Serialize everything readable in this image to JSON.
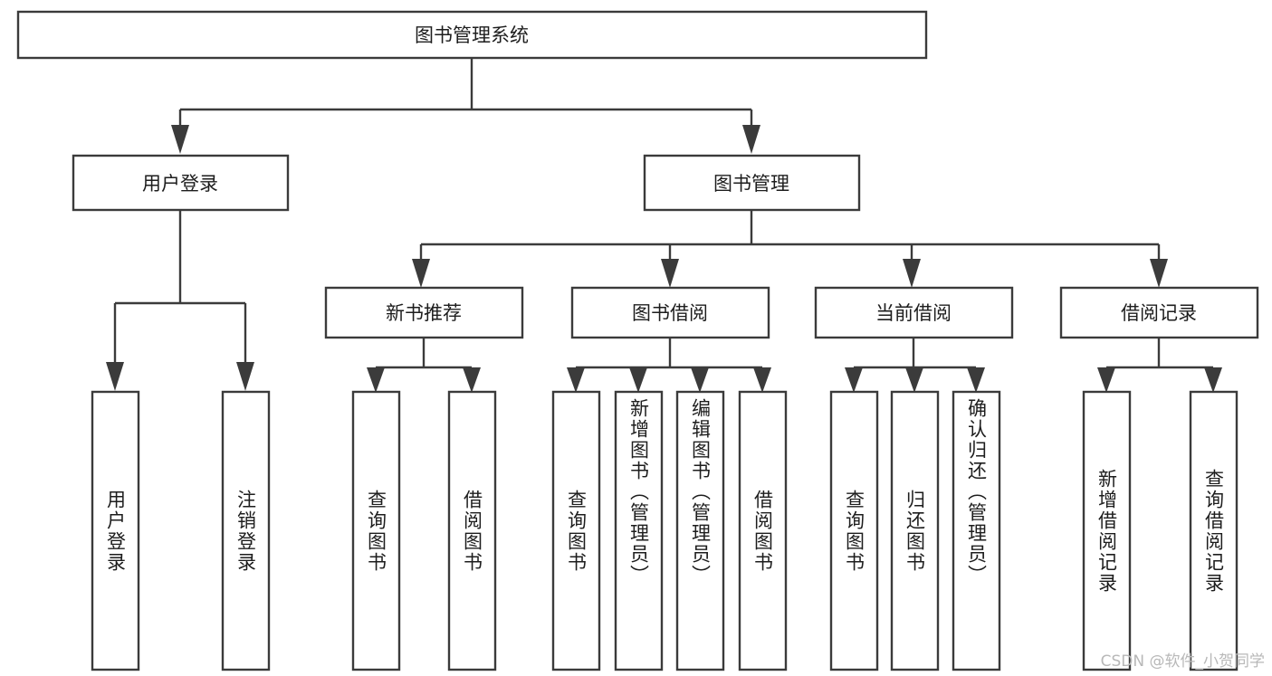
{
  "diagram": {
    "title": "图书管理系统",
    "type": "tree-hierarchy-diagram",
    "colors": {
      "stroke": "#3b3b3b",
      "box_fill": "#ffffff",
      "text": "#1d1d1d",
      "background": "#ffffff",
      "watermark": "#b8b8b8"
    },
    "root": {
      "label": "图书管理系统",
      "orientation": "horizontal"
    },
    "level2": [
      {
        "label": "用户登录",
        "orientation": "horizontal"
      },
      {
        "label": "图书管理",
        "orientation": "horizontal"
      }
    ],
    "level3": [
      {
        "label": "新书推荐",
        "orientation": "horizontal"
      },
      {
        "label": "图书借阅",
        "orientation": "horizontal"
      },
      {
        "label": "当前借阅",
        "orientation": "horizontal"
      },
      {
        "label": "借阅记录",
        "orientation": "horizontal"
      }
    ],
    "leaves": {
      "user_login": [
        {
          "label": "用户登录",
          "orientation": "vertical"
        },
        {
          "label": "注销登录",
          "orientation": "vertical"
        }
      ],
      "new_book_recommend": [
        {
          "label": "查询图书",
          "orientation": "vertical"
        },
        {
          "label": "借阅图书",
          "orientation": "vertical"
        }
      ],
      "book_borrow": [
        {
          "label": "查询图书",
          "orientation": "vertical"
        },
        {
          "label": "新增图书（管理员）",
          "orientation": "vertical"
        },
        {
          "label": "编辑图书（管理员）",
          "orientation": "vertical"
        },
        {
          "label": "借阅图书",
          "orientation": "vertical"
        }
      ],
      "current_borrow": [
        {
          "label": "查询图书",
          "orientation": "vertical"
        },
        {
          "label": "归还图书",
          "orientation": "vertical"
        },
        {
          "label": "确认归还（管理员）",
          "orientation": "vertical"
        }
      ],
      "borrow_record": [
        {
          "label": "新增借阅记录",
          "orientation": "vertical"
        },
        {
          "label": "查询借阅记录",
          "orientation": "vertical"
        }
      ]
    }
  },
  "watermark": {
    "text": "CSDN @软件_小贺同学"
  }
}
